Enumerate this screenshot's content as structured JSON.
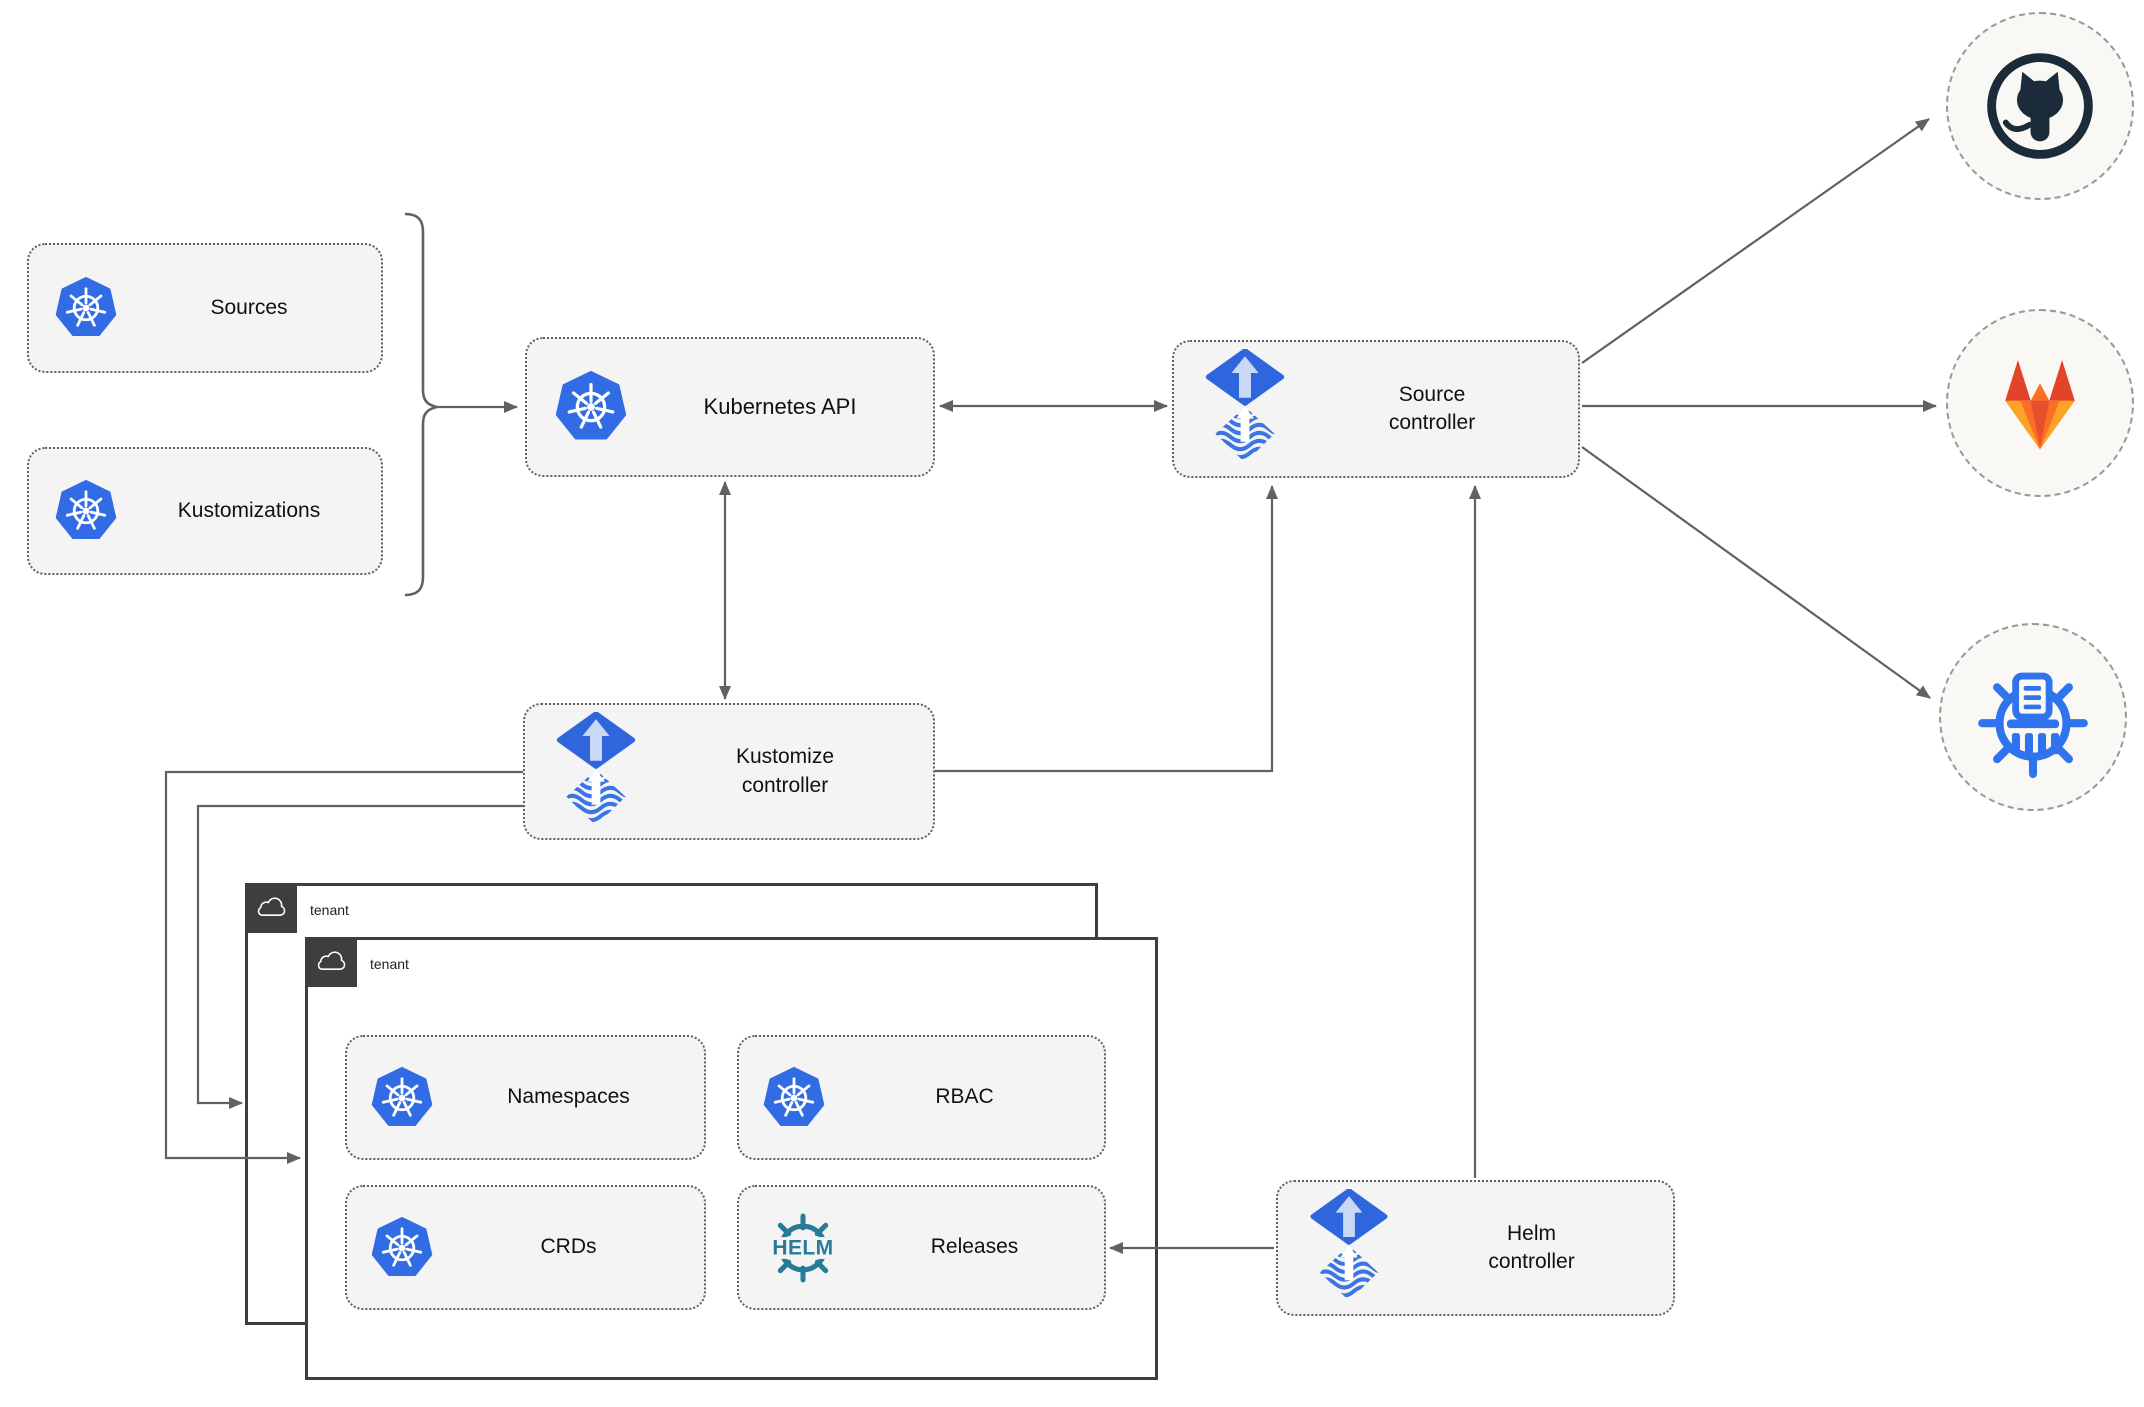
{
  "diagram": {
    "nodes": {
      "sources": {
        "label": "Sources"
      },
      "kustomizations": {
        "label": "Kustomizations"
      },
      "kubernetes_api": {
        "label": "Kubernetes API"
      },
      "source_controller": {
        "label": "Source controller"
      },
      "kustomize_controller": {
        "label": "Kustomize controller"
      },
      "helm_controller": {
        "label": "Helm controller"
      },
      "namespaces": {
        "label": "Namespaces"
      },
      "rbac": {
        "label": "RBAC"
      },
      "crds": {
        "label": "CRDs"
      },
      "releases": {
        "label": "Releases"
      }
    },
    "tenants": {
      "back": {
        "label": "tenant"
      },
      "front": {
        "label": "tenant"
      }
    },
    "remotes": {
      "github": {
        "icon": "github-icon"
      },
      "gitlab": {
        "icon": "gitlab-icon"
      },
      "chart_repository": {
        "icon": "chart-repository-icon"
      }
    },
    "helm_logo_text": "HELM",
    "colors": {
      "kubernetes_blue": "#326CE5",
      "flux_blue": "#2F66DE",
      "flux_arrow_light": "#C9D8F4",
      "helm_teal": "#277B96",
      "registry_blue": "#2F74EC",
      "github_dark": "#1B2B3A",
      "gitlab_red_orange": "#E24329",
      "gitlab_orange": "#FC6D26",
      "gitlab_light_orange": "#FCA326",
      "line_gray": "#616161",
      "node_fill": "#F4F4F4",
      "tenant_border": "#3E3E3E"
    }
  }
}
